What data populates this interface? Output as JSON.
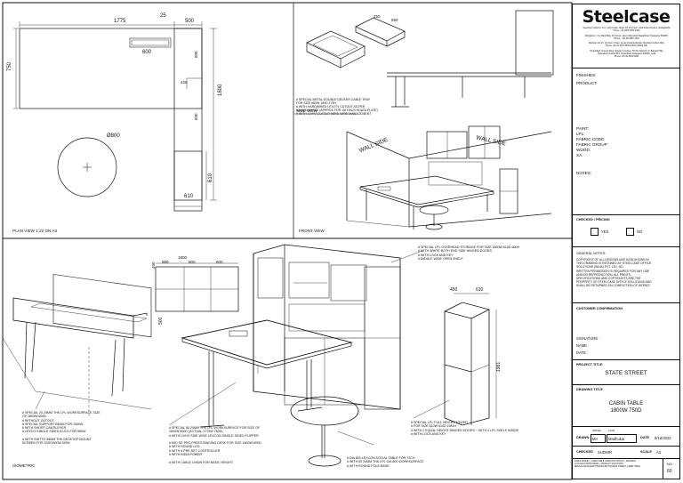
{
  "plan_view": {
    "label": "PLAN VIEW 1:22 ON A3",
    "dims": {
      "d1775": "1775",
      "d25": "25",
      "d500": "500",
      "d750": "750",
      "d600": "600",
      "d1800": "1800",
      "d428": "428",
      "d600b": "600",
      "d600c": "600",
      "d610": "610",
      "d610b": "610",
      "d800": "Ø800"
    }
  },
  "side_view": {
    "label": "SIDE VIEW",
    "dims": {
      "d250": "250",
      "d550": "550"
    },
    "notes": "# SPECIAL METAL DOUBLE DECKER CABLE TRAY\nFOR SIZE 680W 150D 175H\n# WITH HARDWIRED UTILITY CUTOUT AS PER\nSAULS ADVISE (APPROX FOR 1M HAUS HDATA PLATE)\n# WITH LV/HV CUTOUT WIRE WIRE MANAGEMENT"
  },
  "front_view": {
    "label": "FRONT VIEW",
    "wall_left": "WALL SIDE",
    "wall_right": "WALL SIDE"
  },
  "isometric": {
    "label": "ISOMETRIC",
    "dims": {
      "d1800": "1800",
      "d600a": "600",
      "d600b": "600",
      "d600c": "600",
      "d400": "400",
      "d610": "610",
      "d450": "450",
      "d1981": "1981",
      "d500": "500"
    },
    "note_overhead": "# SPECIAL LPL OVERHEAD STORAGE FOR SIZE 1800W 610D 660H\n# WITH WHITE BOTH END SIDE HINGED DOORS\n# WITH LOCK AND KEY\n# MIDDLE WIDE OPEN SHELF",
    "note_workstation": "# SPECIAL 25 25MM THK LPL WORKSURFACE SIZE\nOF 1800W 600D\n# WITHOUT CUTOUT\n# SPECIAL SUPPORT BEAM FOR 1500W\n# WITH SHORT CANTILEVER\n# LEXCO SINGLE SIDED A LEG FOR 580W\n\n# WITH SHITTO 38MM THK DESKTOP MOUNT\nSCREEN FOR SIZE1800W 500H",
    "note_desk": "# SPECIAL 50 25MM THK LPL WORKSURFACE FOR SIZE OF\n1800W 800D (ACTUAL 1775W 750D)\n# WITH LV/HV SIDE WISE LEXCON SINGLE SIDED FLIPPER\n\n# MIG SE PRO FREESTANDING DESK FOR SIZE 1800W 800D\n# WITH ROUND LEG\n# WITH 4 PRE-SET CONTROLLER\n# WITH INDIA POWER\n\n# WITH CABLE CHAIN FOR BASIC HEIGHT",
    "note_tower": "# SPECIAL LPL FULL HEIGHT TOWER\n# FOR SIZE 610W 610D 1981H\n# WITH 2 EQUAL HEIGHT HINGED DOORS ~ WITH 4 LPL SHELF INSIDE\n# WITH LOCK AND KEY",
    "note_table": "# DIA 800 LEXCON SOCIAL TABLE FOR 72CH\n# WITH 50 25MM THK LPL DIA 800 WORKSURFACE\n# WITH ROUND POLE BASE"
  },
  "title_block": {
    "logo": "Steelcase",
    "address": "Steelcase India Pvt. Ltd., Gold Coast, Tower 4th 2nd Floor, Gold Coast Dreams, Nishigandha\nPhone - 42 2342 6050 (000)\n\nBangalore: 1 St. Mark Bldg. 6th Cross, (also) Vazyuddin,Nagarbhavi, Bangalore 560065\nPhone - +91 80 2648 7540\n\nMumbai: 1st Flr. 1G Floor, Tower, Veera Industrial Estate, Mumbai (Andheri Wst)\nPhone +91 22 2874 5830 (0001) (3820) (00)\n\nHyderabad: Ground Floor, Satyam Complex, 5th Flr, Road No 9, Banjara Hills,\nHyderabad, Andhra Prd, Hyderabad, Telangana 500032, India\nPhone +91 40 6619 5090",
    "finishes": "FINISHES:",
    "product": "PRODUCT:",
    "paint": "PAINT:",
    "lpl": "LPL:",
    "fabric_code": "FABRIC CODE:",
    "fabric_group": "FABRIC GROUP:",
    "wood": "WOOD:",
    "sa": "SA:",
    "notes": "NOTES:",
    "checked_label": "CHECKED / PRICING",
    "yes": "YES",
    "no": "NO",
    "general_notes_title": "GENERAL NOTES:",
    "general_notes": "COPYRIGHT OF ALL DESIGNS AND DATA SHOWN IN\nTHIS DRAWING IS RETAINED BY STEELCASE OFFICE\nSOLUTIONS (INDIA) PVT. LTD. NO\nWRITTEN PERMISSION IS REQUIRED FOR ANY USE\nAND/OR REPRODUCTION. ALL PRINTS,\nSPECIFICATIONS AND COPYRIGHTS ARE THE\nPROPERTY OF STEELCASE OFFICE SOLUTIONS AND\nSHALL BE RETURNED ON COMPLETION OF WORKS.",
    "customer_confirmation": "CUSTOMER CONFIRMATION",
    "signature": "SIGNATURE :",
    "name": "NAME :",
    "date_label": "DATE :",
    "project_title_label": "PROJECT TITLE",
    "project_title": "STATE STREET",
    "drawing_title_label": "DRAWING TITLE",
    "drawing_title_1": "CABIN TABLE",
    "drawing_title_2": "1800W 750D",
    "drawn_label": "DRAWN",
    "initial_label": "INITIAL",
    "last_label": "LAST",
    "drawn_initial": "MA",
    "drawn_last": "Madhukar",
    "date2_label": "DATE",
    "date": "9/16/2022",
    "checked2_label": "CHECKED",
    "checked_by": "SUDHIR",
    "scale_label": "SCALE",
    "scale": "A3",
    "file_path": "STATE STREET _CABIN TABLE VARIATION OPTION _ DRAWING\nS-AS-NAAN PROD MEDIA - PRODUCT SOLUTIONS\nBENGALURU/India/STATE/PROJECTS/STATE STREET_CABIN TABLE",
    "sheet_no_label": "NO",
    "sheet_no": "60"
  }
}
